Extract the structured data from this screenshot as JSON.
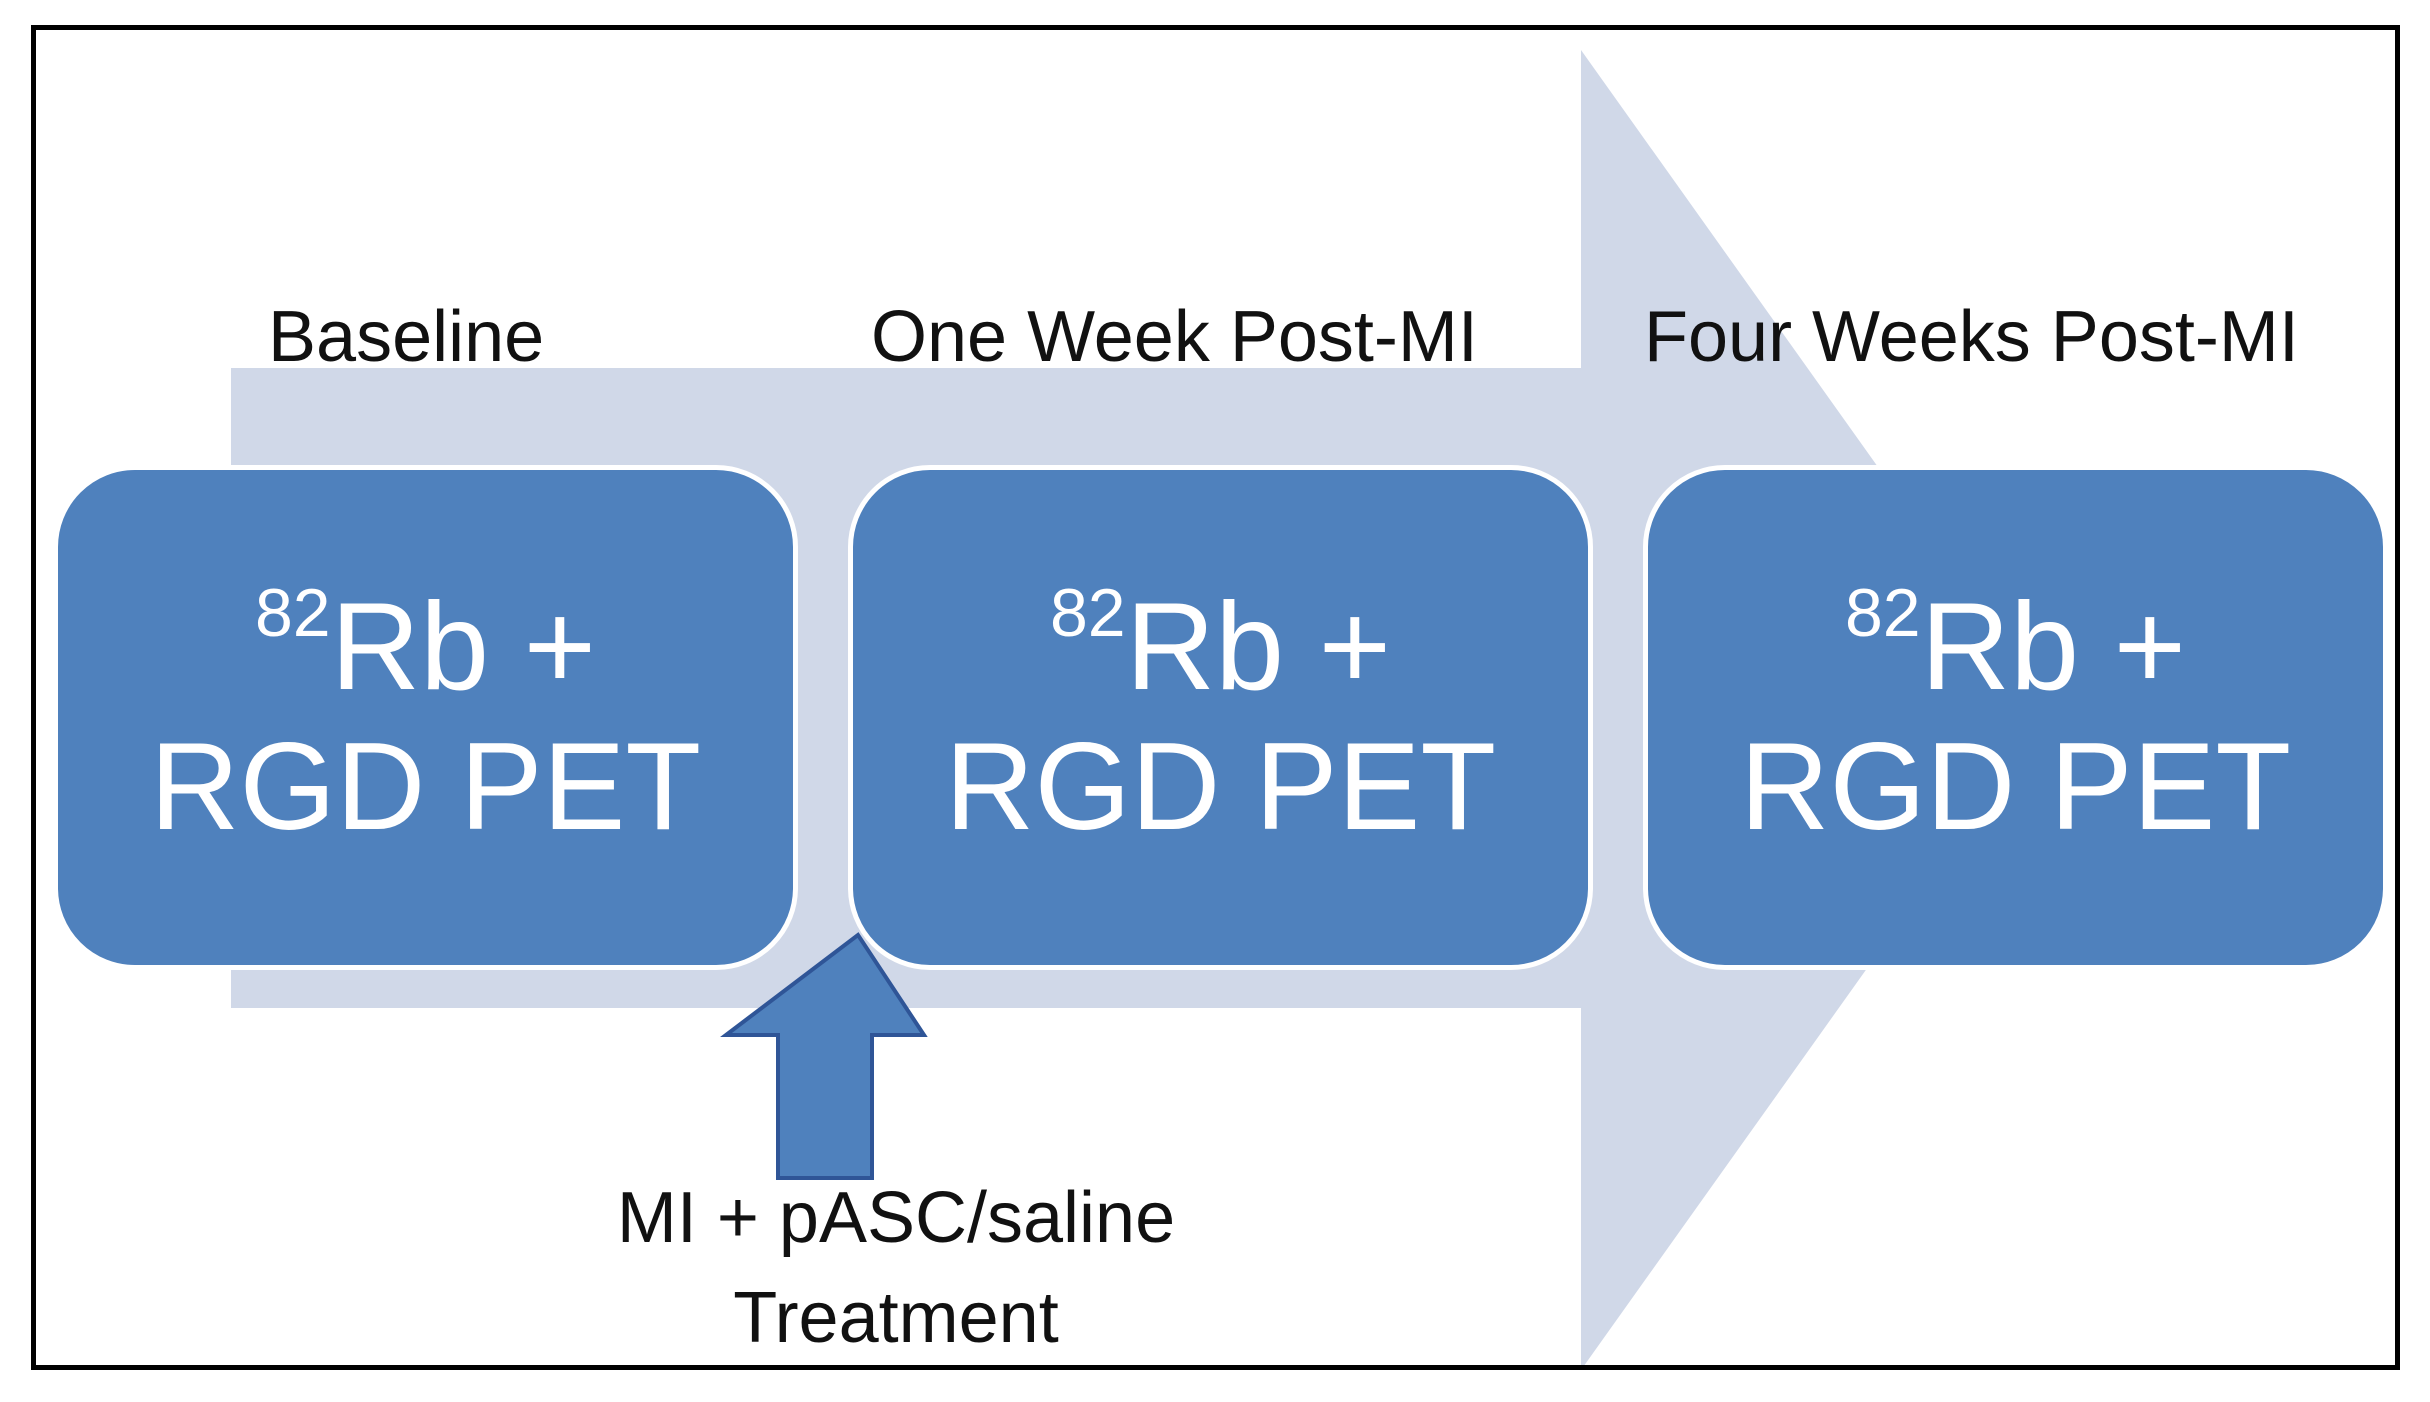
{
  "stages": [
    {
      "label": "Baseline",
      "isotope": "82",
      "line1": "Rb +",
      "line2": "RGD PET"
    },
    {
      "label": "One Week Post-MI",
      "isotope": "82",
      "line1": "Rb +",
      "line2": "RGD PET"
    },
    {
      "label": "Four Weeks Post-MI",
      "isotope": "82",
      "line1": "Rb +",
      "line2": "RGD PET"
    }
  ],
  "treatment": {
    "line1": "MI + pASC/saline",
    "line2": "Treatment"
  },
  "colors": {
    "box": "#4f81bd",
    "timeline_arrow": "#d0d8e8",
    "treatment_arrow": "#4f81bd",
    "treatment_arrow_stroke": "#2f5597",
    "text_dark": "#111111",
    "text_light": "#ffffff"
  }
}
